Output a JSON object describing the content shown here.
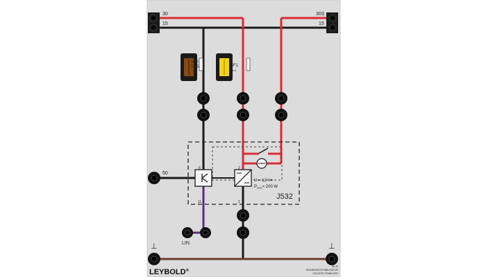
{
  "panel": {
    "background": "#dcdcdc",
    "border": "#c8c8c8"
  },
  "terminals": {
    "t30": "30",
    "t15_left": "15",
    "t30s": "30S",
    "t15_right": "15",
    "t50": "50",
    "lin": "LIN",
    "ground_symbol": "⊥"
  },
  "fuses": {
    "fuse1_name_a": "ST2",
    "fuse1_name_b": "SD5",
    "fuse1_rating": "7.5 A",
    "fuse2_name": "SF1",
    "fuse2_rating": "20 A"
  },
  "module": {
    "name": "J532",
    "voltage": "U = 12 V=",
    "power_prefix": "P",
    "power_sub": "max",
    "power_value": "= 200 W",
    "pin_left": "6",
    "pin_right": "2",
    "pin_bottom_left": "11",
    "pin_bottom_right": "2"
  },
  "footer": {
    "brand": "LEYBOLD",
    "registered": "®",
    "part_number": "TM 32",
    "caption_line1": "SPANNUNGSSTABILISATOR",
    "caption_line2": "VOLTAGE STABILIZER"
  },
  "colors": {
    "wire_red": "#d92b35",
    "wire_black": "#1a1a1a",
    "wire_violet": "#5b2a86",
    "wire_brown": "#6e3b2e",
    "fuse_yellow": "#f3d21d",
    "fuse_brown": "#8a4b16",
    "jack_dark": "#121212"
  }
}
